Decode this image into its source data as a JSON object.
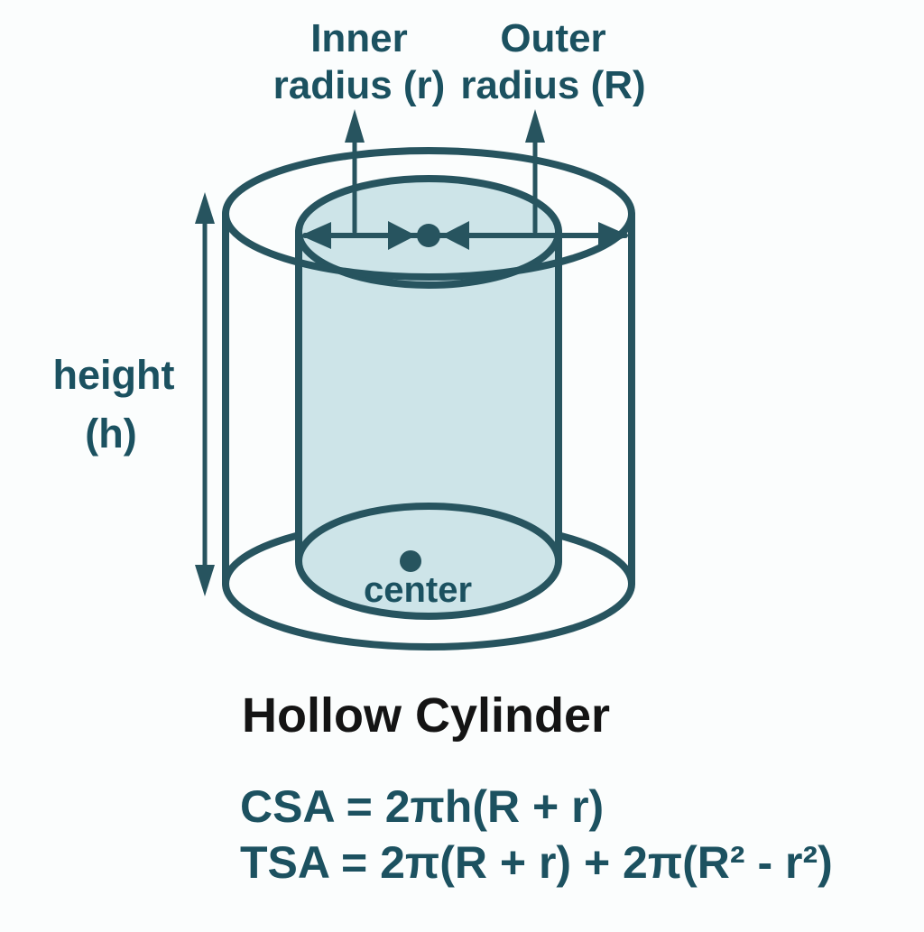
{
  "diagram": {
    "labels": {
      "inner_line1": "Inner",
      "inner_line2": "radius (r)",
      "outer_line1": "Outer",
      "outer_line2": "radius (R)",
      "height_line1": "height",
      "height_line2": "(h)",
      "center": "center"
    },
    "title": "Hollow Cylinder",
    "formulas": {
      "csa": "CSA = 2πh(R + r)",
      "tsa": "TSA = 2π(R + r) + 2π(R² - r²)"
    },
    "colors": {
      "outline": "#27545f",
      "label_text": "#1b5160",
      "formula_text": "#1c5160",
      "title_text": "#141414",
      "inner_fill": "#cde4e8",
      "background": "#fbfdfd"
    }
  }
}
